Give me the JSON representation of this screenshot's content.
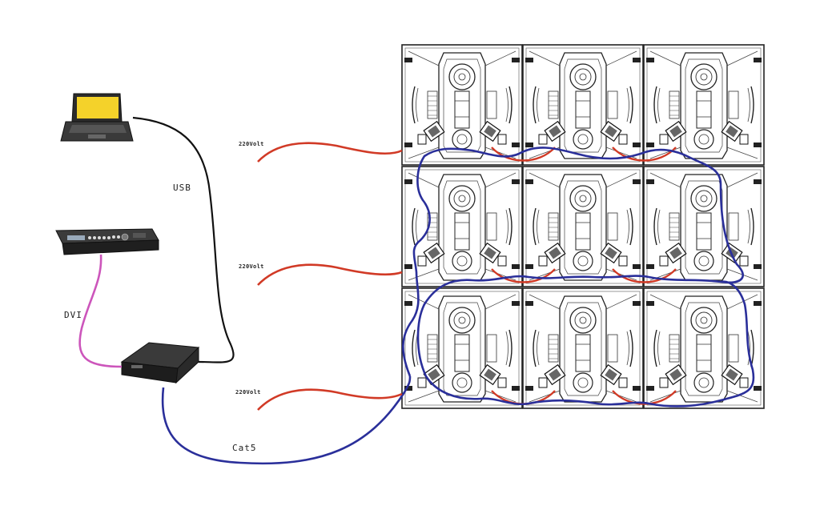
{
  "labels": {
    "usb": "USB",
    "dvi": "DVI",
    "cat5": "Cat5",
    "power_1": "220Volt",
    "power_2": "220Volt",
    "power_3": "220Volt"
  },
  "cable_colors": {
    "usb": "#111111",
    "dvi": "#cc55bb",
    "cat5": "#2a2f9a",
    "power": "#d13a26",
    "signal_chain": "#2a2f9a"
  },
  "display_wall": {
    "rows": 3,
    "cols": 3
  },
  "icons": {
    "laptop": "laptop-icon",
    "video_processor": "video-processor-icon",
    "sending_box": "sending-box-icon"
  }
}
